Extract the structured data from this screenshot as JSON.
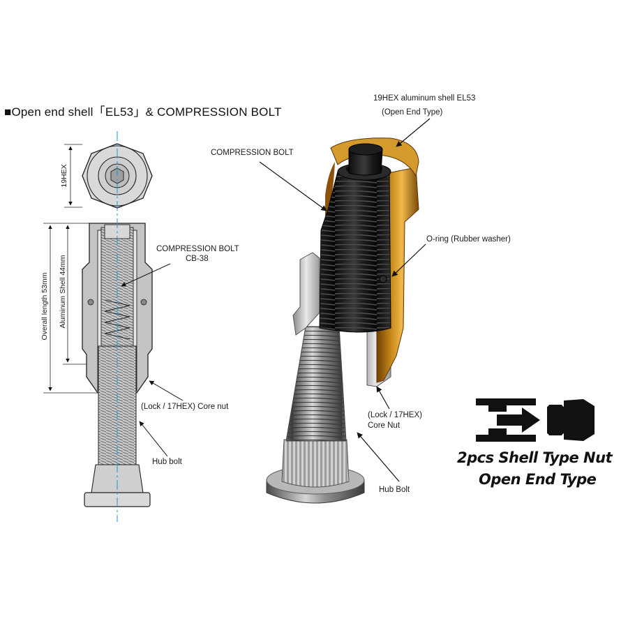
{
  "title": "■Open end shell「EL53」& COMPRESSION BOLT",
  "drawing_labels": {
    "hex_width": "19HEX",
    "overall_length": "Overall length 53mm",
    "shell_length": "Aluminum Shell 44mm",
    "compression_bolt": "COMPRESSION BOLT",
    "compression_bolt_code": "CB-38",
    "core_nut": "(Lock / 17HEX) Core nut",
    "hub_bolt": "Hub bolt"
  },
  "render_labels": {
    "shell": "19HEX aluminum shell EL53",
    "shell_type": "(Open End Type)",
    "compression_bolt": "COMPRESSION BOLT",
    "o_ring": "O-ring (Rubber washer)",
    "core_nut_line1": "(Lock / 17HEX)",
    "core_nut_line2": "Core Nut",
    "hub_bolt": "Hub Bolt"
  },
  "brand": {
    "line1": "2pcs Shell Type Nut",
    "line2": "Open End Type"
  },
  "colors": {
    "shell_gold": "#c98a1c",
    "shell_gold_dark": "#7a4a08",
    "bolt_black": "#1b1b1b",
    "steel": "#9a9a9a",
    "center_line": "#2a8fd6",
    "drawing_fill": "#c8c8c8",
    "ink": "#1a1a1a"
  },
  "icons": [
    "arrow-right-icon",
    "shell-silhouette-icon",
    "nut-silhouette-icon"
  ]
}
